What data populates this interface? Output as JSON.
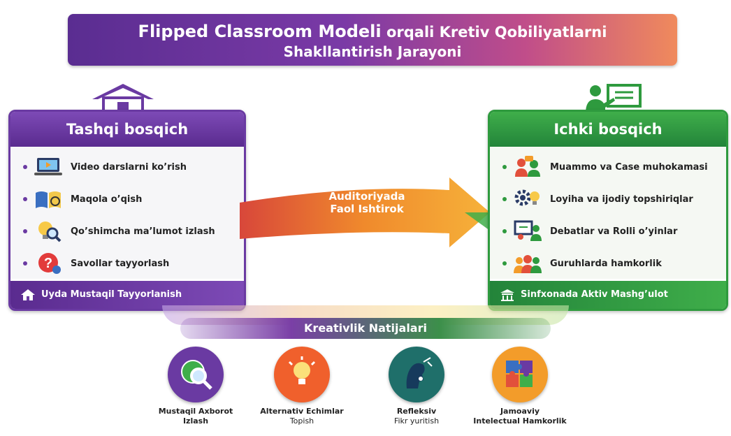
{
  "title": {
    "part1": "Flipped Classroom Modeli",
    "part2": "orqali Kretiv Qobiliyatlarni",
    "line2": "Shakllantirish Jarayoni"
  },
  "left_panel": {
    "heading": "Tashqi bosqich",
    "items": [
      {
        "label": "Video darslarni ko’rish",
        "icon": "video-lesson-icon"
      },
      {
        "label": "Maqola o’qish",
        "icon": "book-reading-icon"
      },
      {
        "label": "Qo’shimcha ma’lumot izlash",
        "icon": "search-bulb-icon"
      },
      {
        "label": "Savollar tayyorlash",
        "icon": "question-icon"
      }
    ],
    "footer": "Uyda Mustaqil Tayyorlanish"
  },
  "right_panel": {
    "heading": "Ichki bosqich",
    "items": [
      {
        "label": "Muammo va Case muhokamasi",
        "icon": "discussion-icon"
      },
      {
        "label": "Loyiha va ijodiy topshiriqlar",
        "icon": "gear-bulb-icon"
      },
      {
        "label": "Debatlar va Rolli o’yinlar",
        "icon": "debate-icon"
      },
      {
        "label": "Guruhlarda hamkorlik",
        "icon": "group-icon"
      }
    ],
    "footer": "Sinfxonada Aktiv Mashg’ulot"
  },
  "arrow": {
    "line1": "Auditoriyada",
    "line2": "Faol Ishtirok"
  },
  "outcomes": {
    "heading": "Kreativlik Natijalari",
    "items": [
      {
        "line1": "Mustaqil Axborot",
        "line2": "Izlash",
        "icon": "globe-search-icon"
      },
      {
        "line1": "Alternativ Echimlar",
        "line2": "Topish",
        "icon": "lightbulb-icon"
      },
      {
        "line1": "Refleksiv",
        "line2": "Fikr yuritish",
        "icon": "reflection-icon"
      },
      {
        "line1": "Jamoaviy",
        "line2": "Intelectual Hamkorlik",
        "icon": "puzzle-icon"
      }
    ]
  },
  "colors": {
    "purple": "#6a3aa2",
    "green": "#2e9a3e",
    "orange": "#f08a2c"
  }
}
